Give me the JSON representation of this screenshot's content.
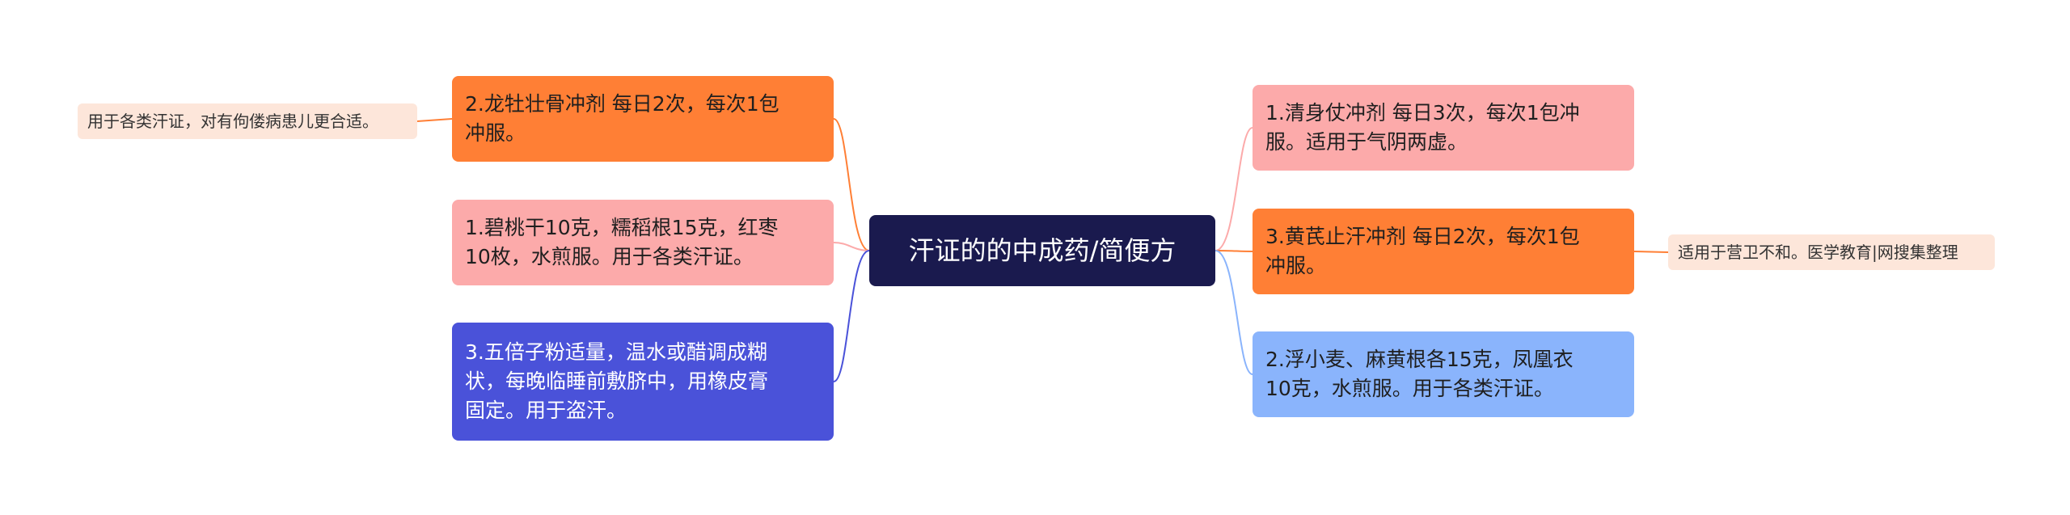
{
  "root": {
    "label": "汗证的的中成药/简便方"
  },
  "left_branches": [
    {
      "label": "2.龙牡壮骨冲剂 每日2次，每次1包\n冲服。",
      "color": "#ff7f35"
    },
    {
      "label": "1.碧桃干10克，糯稻根15克，红枣\n10枚，水煎服。用于各类汗证。",
      "color": "#fcaaaa"
    },
    {
      "label": "3.五倍子粉适量，温水或醋调成糊\n状，每晚临睡前敷脐中，用橡皮膏\n固定。用于盗汗。",
      "color": "#4a52d9"
    }
  ],
  "right_branches": [
    {
      "label": "1.清身仗冲剂 每日3次，每次1包冲\n服。适用于气阴两虚。",
      "color": "#fcaaaa"
    },
    {
      "label": "3.黄芪止汗冲剂 每日2次，每次1包\n冲服。",
      "color": "#ff7f35"
    },
    {
      "label": "2.浮小麦、麻黄根各15克，凤凰衣\n10克，水煎服。用于各类汗证。",
      "color": "#8ab4fc"
    }
  ],
  "notes": {
    "left_1": "用于各类汗证，对有佝偻病患儿更合适。",
    "right_2": "适用于营卫不和。医学教育|网搜集整理"
  },
  "link_colors": {
    "orange": "#ff7f35",
    "pink": "#fcaaaa",
    "blue": "#4a52d9",
    "light_blue": "#8ab4fc"
  }
}
